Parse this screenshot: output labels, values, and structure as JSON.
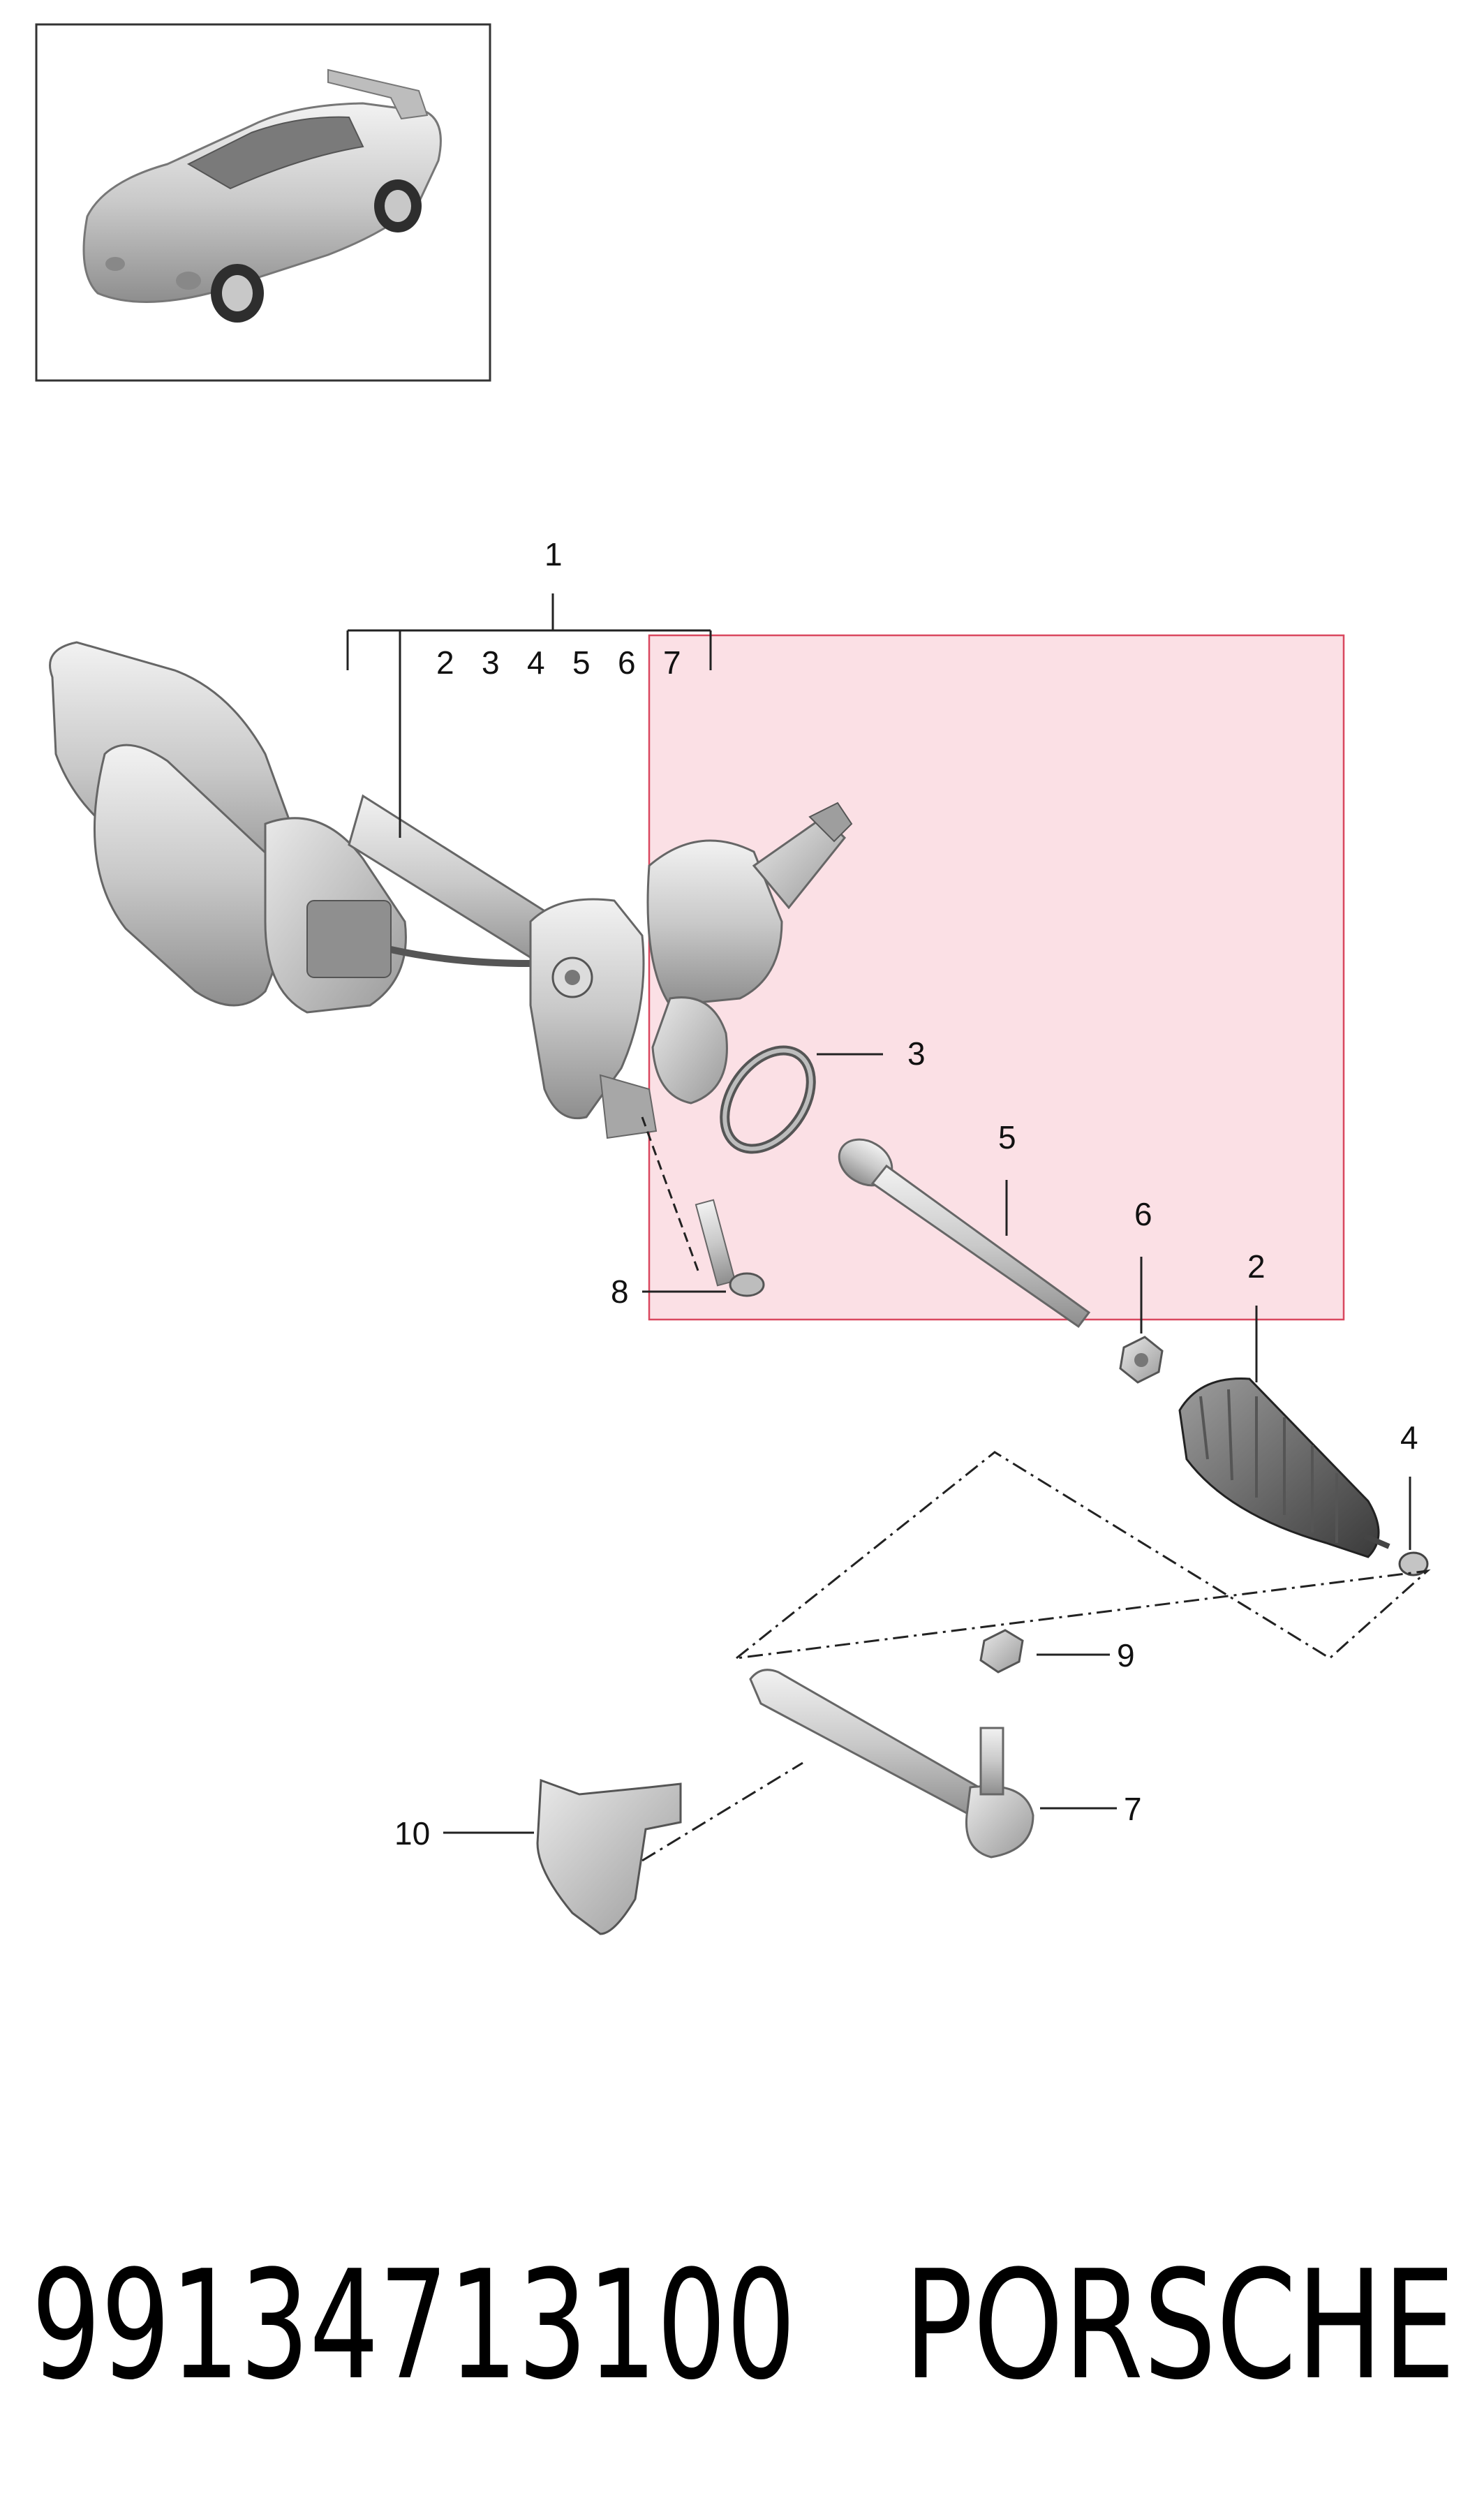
{
  "diagram": {
    "callouts": {
      "c1": "1",
      "g2": "2",
      "g3": "3",
      "g4": "4",
      "g5": "5",
      "g6": "6",
      "g7": "7",
      "p3": "3",
      "p5": "5",
      "p6": "6",
      "p2": "2",
      "p4": "4",
      "p8": "8",
      "p9": "9",
      "p7": "7",
      "p10": "10"
    },
    "highlight_color": "#f7c6d0",
    "highlight_border": "#d9485f"
  },
  "footer": {
    "part_number": "99134713100",
    "brand": "PORSCHE"
  }
}
